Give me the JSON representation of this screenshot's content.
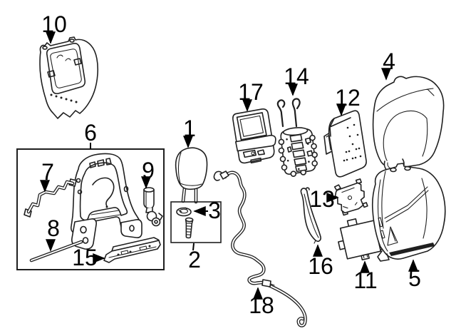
{
  "diagram": {
    "background_color": "#ffffff",
    "line_color": "#1f1f1f",
    "label_color": "#000000",
    "callouts": {
      "c1": "1",
      "c2": "2",
      "c3": "3",
      "c4": "4",
      "c5": "5",
      "c6": "6",
      "c7": "7",
      "c8": "8",
      "c9": "9",
      "c10": "10",
      "c11": "11",
      "c12": "12",
      "c13": "13",
      "c14": "14",
      "c15": "15",
      "c16": "16",
      "c17": "17",
      "c18": "18"
    }
  }
}
